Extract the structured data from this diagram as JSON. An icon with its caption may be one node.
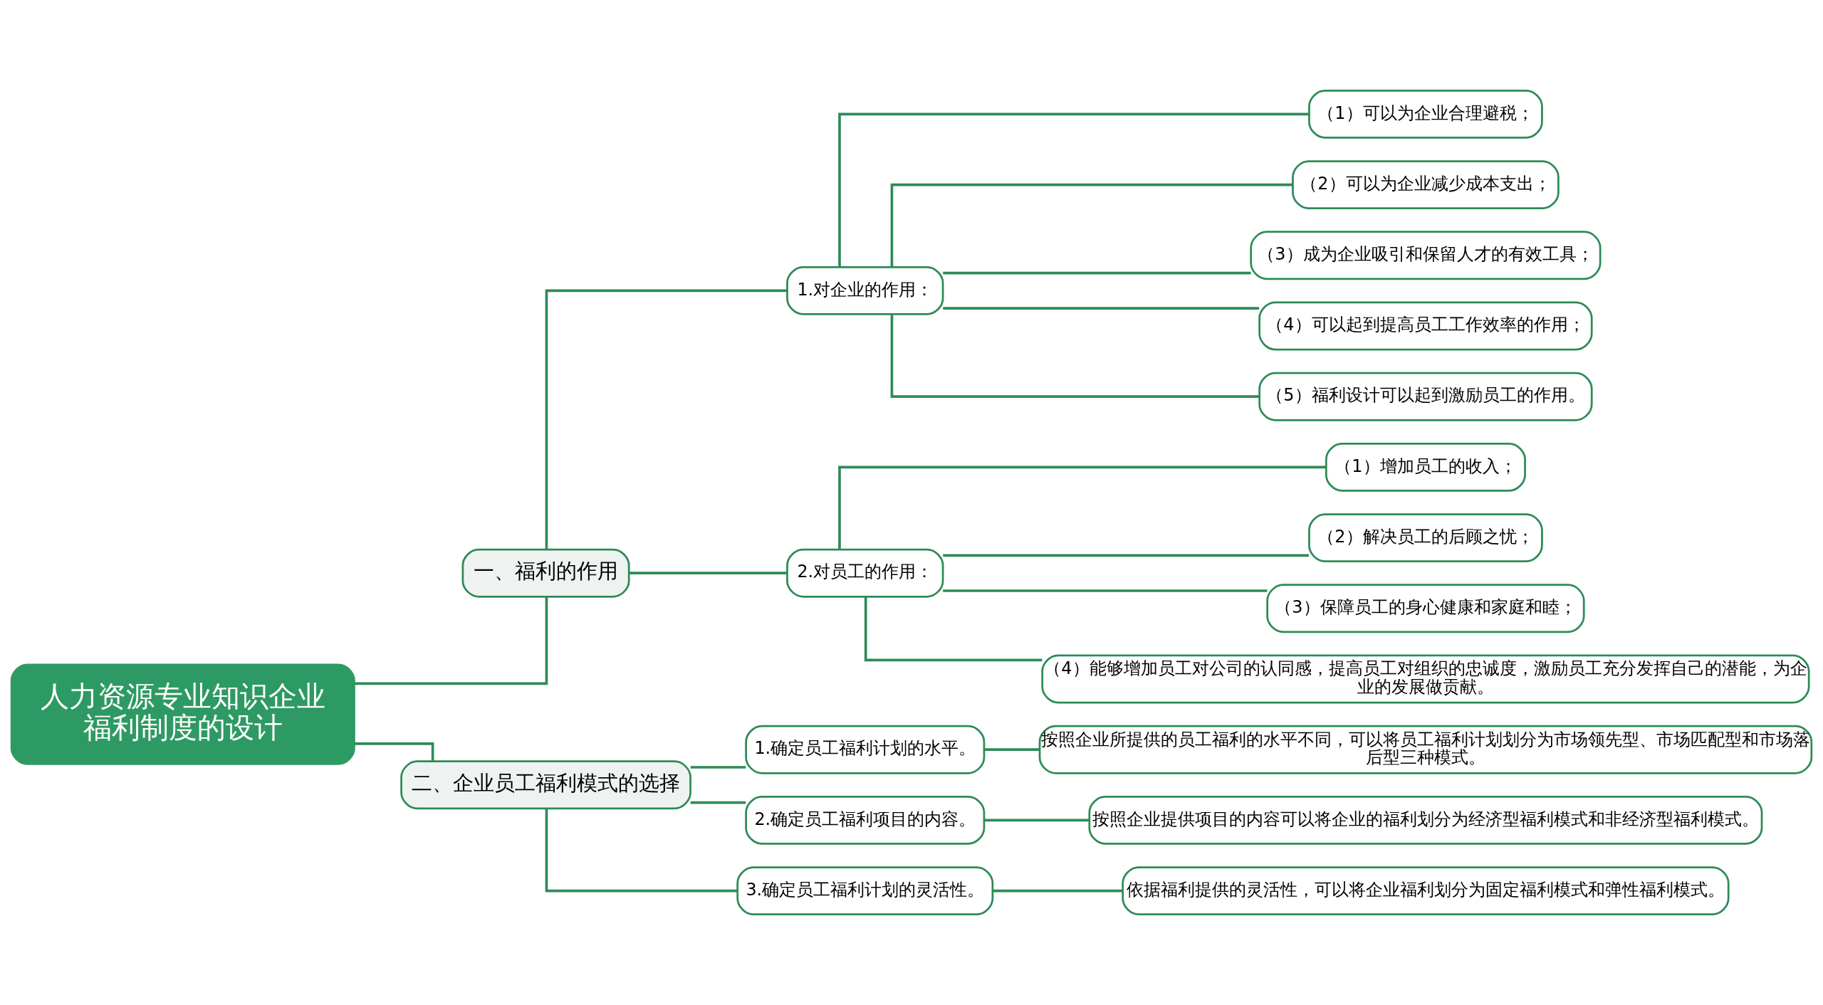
{
  "diagram": {
    "nodes": [
      {
        "text": [
          "人力资源专业知识企业福利制度的设计"
        ]
      },
      {
        "text": [
          "一、福利的作用"
        ]
      },
      {
        "text": [
          "1.对企业的作用："
        ]
      },
      {
        "text": [
          "（1）可以为企业合理避税；"
        ]
      },
      {
        "text": [
          "（2）可以为企业减少成本支出；"
        ]
      },
      {
        "text": [
          "（3）成为企业吸引和保留人才的有效工具；"
        ]
      },
      {
        "text": [
          "（4）可以起到提高员工工作效率的作用；"
        ]
      },
      {
        "text": [
          "（5）福利设计可以起到激励员工的作用。"
        ]
      },
      {
        "text": [
          "2.对员工的作用："
        ]
      },
      {
        "text": [
          "（1）增加员工的收入；"
        ]
      },
      {
        "text": [
          "（2）解决员工的后顾之忧；"
        ]
      },
      {
        "text": [
          "（3）保障员工的身心健康和家庭和睦；"
        ]
      },
      {
        "text": [
          "（4）能够增加员工对公司的认同感，提高员工对组织的忠诚度，激励员工充分发挥自己的潜能，为企业的发展做贡献。"
        ]
      },
      {
        "text": [
          "二、企业员工福利模式的选择"
        ]
      },
      {
        "text": [
          "1.确定员工福利计划的水平。"
        ]
      },
      {
        "text": [
          "按照企业所提供的员工福利的水平不同，可以将员工福利计划划分为市场领先型、市场匹配型和市场落后型三种模式。"
        ]
      },
      {
        "text": [
          "2.确定员工福利项目的内容。"
        ]
      },
      {
        "text": [
          "按照企业提供项目的内容可以将企业的福利划分为经济型福利模式和非经济型福利模式。"
        ]
      },
      {
        "text": [
          "3.确定员工福利计划的灵活性。"
        ]
      },
      {
        "text": [
          "依据福利提供的灵活性，可以将企业福利划分为固定福利模式和弹性福利模式。"
        ]
      }
    ],
    "edges": [
      {
        "from": 0,
        "to": 1,
        "arrow": "none"
      },
      {
        "from": 1,
        "to": 2,
        "arrow": "none"
      },
      {
        "from": 2,
        "to": 3,
        "arrow": "none"
      },
      {
        "from": 2,
        "to": 4,
        "arrow": "none"
      },
      {
        "from": 2,
        "to": 5,
        "arrow": "none"
      },
      {
        "from": 2,
        "to": 6,
        "arrow": "none"
      },
      {
        "from": 2,
        "to": 7,
        "arrow": "none"
      },
      {
        "from": 1,
        "to": 8,
        "arrow": "none"
      },
      {
        "from": 8,
        "to": 9,
        "arrow": "none"
      },
      {
        "from": 8,
        "to": 10,
        "arrow": "none"
      },
      {
        "from": 8,
        "to": 11,
        "arrow": "none"
      },
      {
        "from": 8,
        "to": 12,
        "arrow": "none"
      },
      {
        "from": 0,
        "to": 13,
        "arrow": "none"
      },
      {
        "from": 13,
        "to": 14,
        "arrow": "none"
      },
      {
        "from": 14,
        "to": 15,
        "arrow": "none"
      },
      {
        "from": 13,
        "to": 16,
        "arrow": "none"
      },
      {
        "from": 16,
        "to": 17,
        "arrow": "none"
      },
      {
        "from": 13,
        "to": 18,
        "arrow": "none"
      },
      {
        "from": 18,
        "to": 19,
        "arrow": "none"
      }
    ]
  }
}
